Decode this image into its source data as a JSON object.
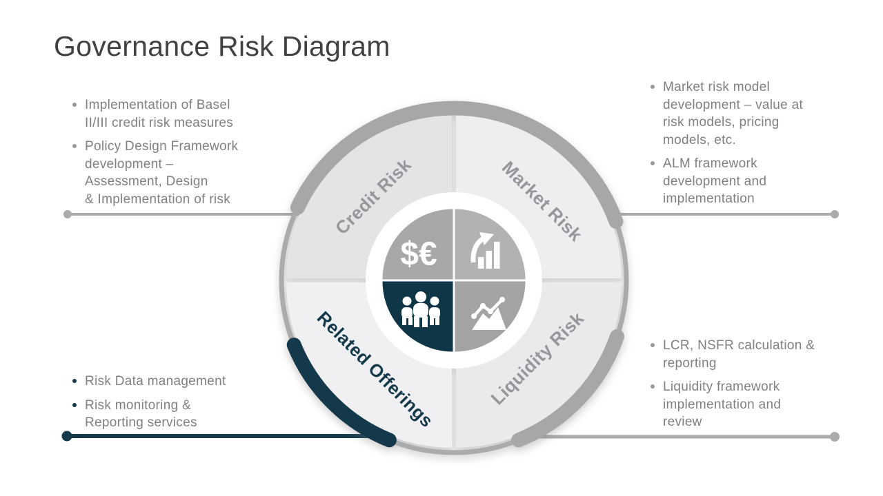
{
  "title": "Governance Risk Diagram",
  "colors": {
    "accent_teal": "#14394B",
    "line_gray": "#A9ABAC",
    "label_gray": "#95979A",
    "text_gray": "#7E8083"
  },
  "diagram": {
    "quadrants": [
      {
        "id": "credit-risk",
        "label": "Credit Risk"
      },
      {
        "id": "market-risk",
        "label": "Market Risk"
      },
      {
        "id": "related-offerings",
        "label": "Related Offerings"
      },
      {
        "id": "liquidity-risk",
        "label": "Liquidity Risk"
      }
    ],
    "center_icons": {
      "credit": "dollar-euro-symbols",
      "market": "bar-chart-arrow-icon",
      "related": "people-group-icon",
      "liquidity": "line-area-chart-icon",
      "currency_text": "$€"
    }
  },
  "callouts": {
    "credit_risk": {
      "items": [
        "Implementation of Basel\nII/III credit risk measures",
        "Policy Design Framework\ndevelopment –\nAssessment, Design\n& Implementation of risk"
      ]
    },
    "market_risk": {
      "items": [
        "Market risk model\ndevelopment – value at\nrisk models, pricing\nmodels, etc.",
        "ALM framework\ndevelopment and\nimplementation"
      ]
    },
    "related_offerings": {
      "items": [
        "Risk Data management",
        "Risk monitoring &\nReporting services"
      ]
    },
    "liquidity_risk": {
      "items": [
        "LCR, NSFR calculation &\nreporting",
        "Liquidity framework\nimplementation and\nreview"
      ]
    }
  }
}
